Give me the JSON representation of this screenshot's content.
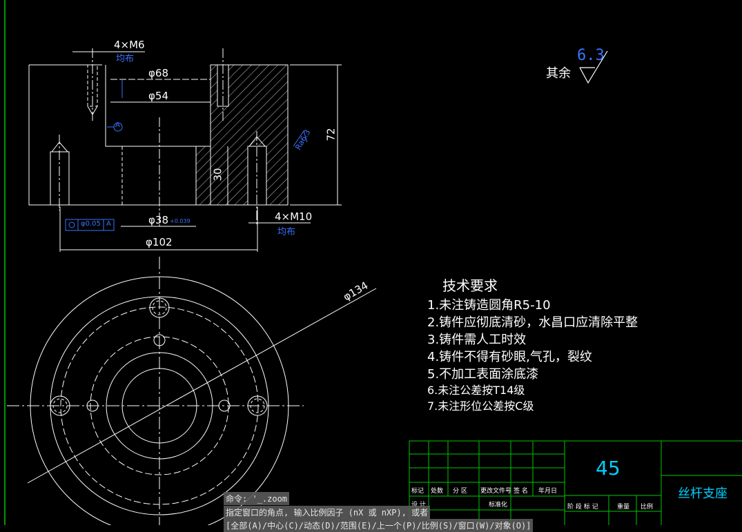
{
  "drawing": {
    "dims": {
      "m6": "4×M6",
      "m6_note": "均布",
      "d68": "φ68",
      "d54": "φ54",
      "d38": "φ38",
      "d38_tol": "+0.039",
      "d102": "φ102",
      "d134": "φ134",
      "h72": "72",
      "h30": "30",
      "m10": "4×M10",
      "m10_note": "均布",
      "datum": "A",
      "gdt_tol": "φ0.05",
      "rough_ra": "Ra6.3"
    },
    "roughness": {
      "label": "其余",
      "value": "6.3"
    },
    "tech_requirements": {
      "title": "技术要求",
      "items": [
        "1.未注铸造圆角R5-10",
        "2.铸件应彻底清砂，水昌口应清除平整",
        "3.铸件需人工时效",
        "4.铸件不得有砂眼,气孔，裂纹",
        "5.不加工表面涂底漆",
        "6.未注公差按T14级",
        "7.未注形位公差按C级"
      ]
    },
    "title_block": {
      "material": "45",
      "part_name": "丝杆支座",
      "headers": [
        "标记",
        "处数",
        "分 区",
        "更改文件号",
        "签 名",
        "年月日"
      ],
      "row_design": "设 计",
      "row_std": "标准化",
      "lower_labels": [
        "阶 段 标 记",
        "重量",
        "比例"
      ]
    }
  },
  "command_line": {
    "line1": "命令: '_.zoom",
    "line2": "指定窗口的角点, 输入比例因子 (nX 或 nXP), 或者",
    "line3": "[全部(A)/中心(C)/动态(D)/范围(E)/上一个(P)/比例(S)/窗口(W)/对象(O)]"
  },
  "colors": {
    "background": "#000000",
    "lines": "#ffffff",
    "dimension_blue": "#3a73ff",
    "frame_green": "#00c800",
    "title_cyan": "#00d0ff"
  }
}
